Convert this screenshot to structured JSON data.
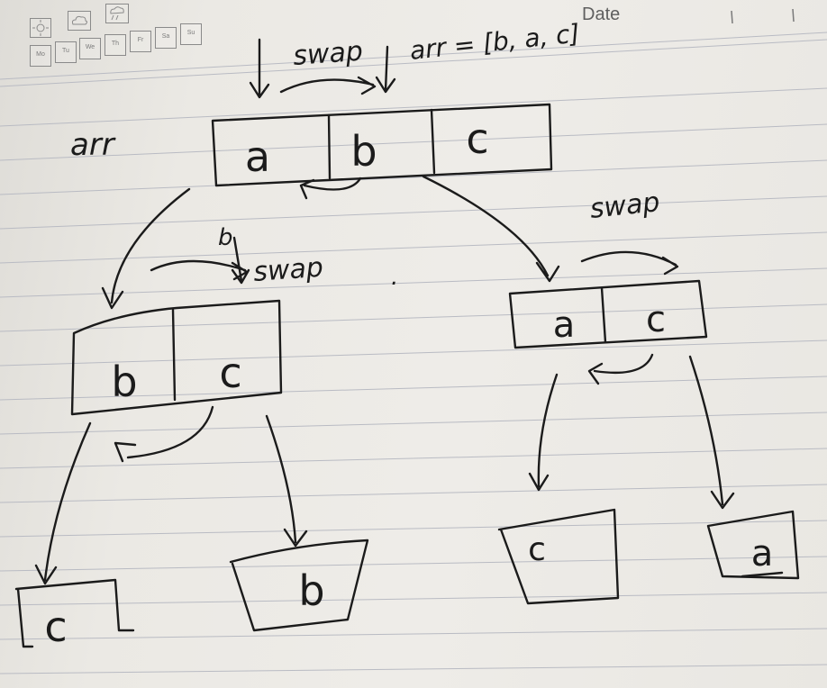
{
  "header": {
    "weekdays": [
      "Mo",
      "Tu",
      "We",
      "Th",
      "Fr",
      "Sa",
      "Su"
    ],
    "date_label": "Date",
    "icons": [
      "sun-icon",
      "cloud-icon",
      "rain-icon"
    ]
  },
  "notes": {
    "arr_label": "arr",
    "arr_literal": "arr = [b, a, c]",
    "swap_top": "swap",
    "swap_left": "swap",
    "swap_right": "swap",
    "b_note": "b",
    "dot": "."
  },
  "arrays": {
    "root": [
      "a",
      "b",
      "c"
    ],
    "left": [
      "b",
      "c"
    ],
    "right": [
      "a",
      "c"
    ],
    "leaves": [
      "c",
      "b",
      "c",
      "a"
    ]
  },
  "colors": {
    "ink": "#1b1b1b",
    "rule_line": "#b9bbc3",
    "header_ink": "#7b7b7b"
  }
}
